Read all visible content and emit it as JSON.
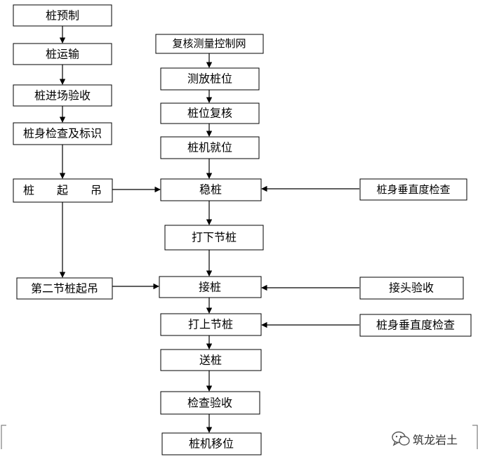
{
  "left_column": {
    "pile_prefab": "桩预制",
    "pile_transport": "桩运输",
    "pile_site_inspect": "桩进场验收",
    "pile_body_check": "桩身检查及标识",
    "pile_lift": "桩　　起　　吊",
    "second_pile_lift": "第二节桩起吊"
  },
  "main_column": {
    "survey_network_review": "复核测量控制网",
    "stakeout": "测放桩位",
    "position_review": "桩位复核",
    "rig_position": "桩机就位",
    "stabilize_pile": "稳桩",
    "drive_lower": "打下节桩",
    "splice_pile": "接桩",
    "drive_upper": "打上节桩",
    "follower": "送桩",
    "inspect_accept": "检查验收",
    "rig_move": "桩机移位"
  },
  "right_column": {
    "verticality_check_1": "桩身垂直度检查",
    "joint_accept": "接头验收",
    "verticality_check_2": "桩身垂直度检查"
  },
  "watermark": {
    "text": "筑龙岩土",
    "icon": "chat-bubble-icon"
  },
  "colors": {
    "stroke": "#000000",
    "background": "#ffffff"
  }
}
